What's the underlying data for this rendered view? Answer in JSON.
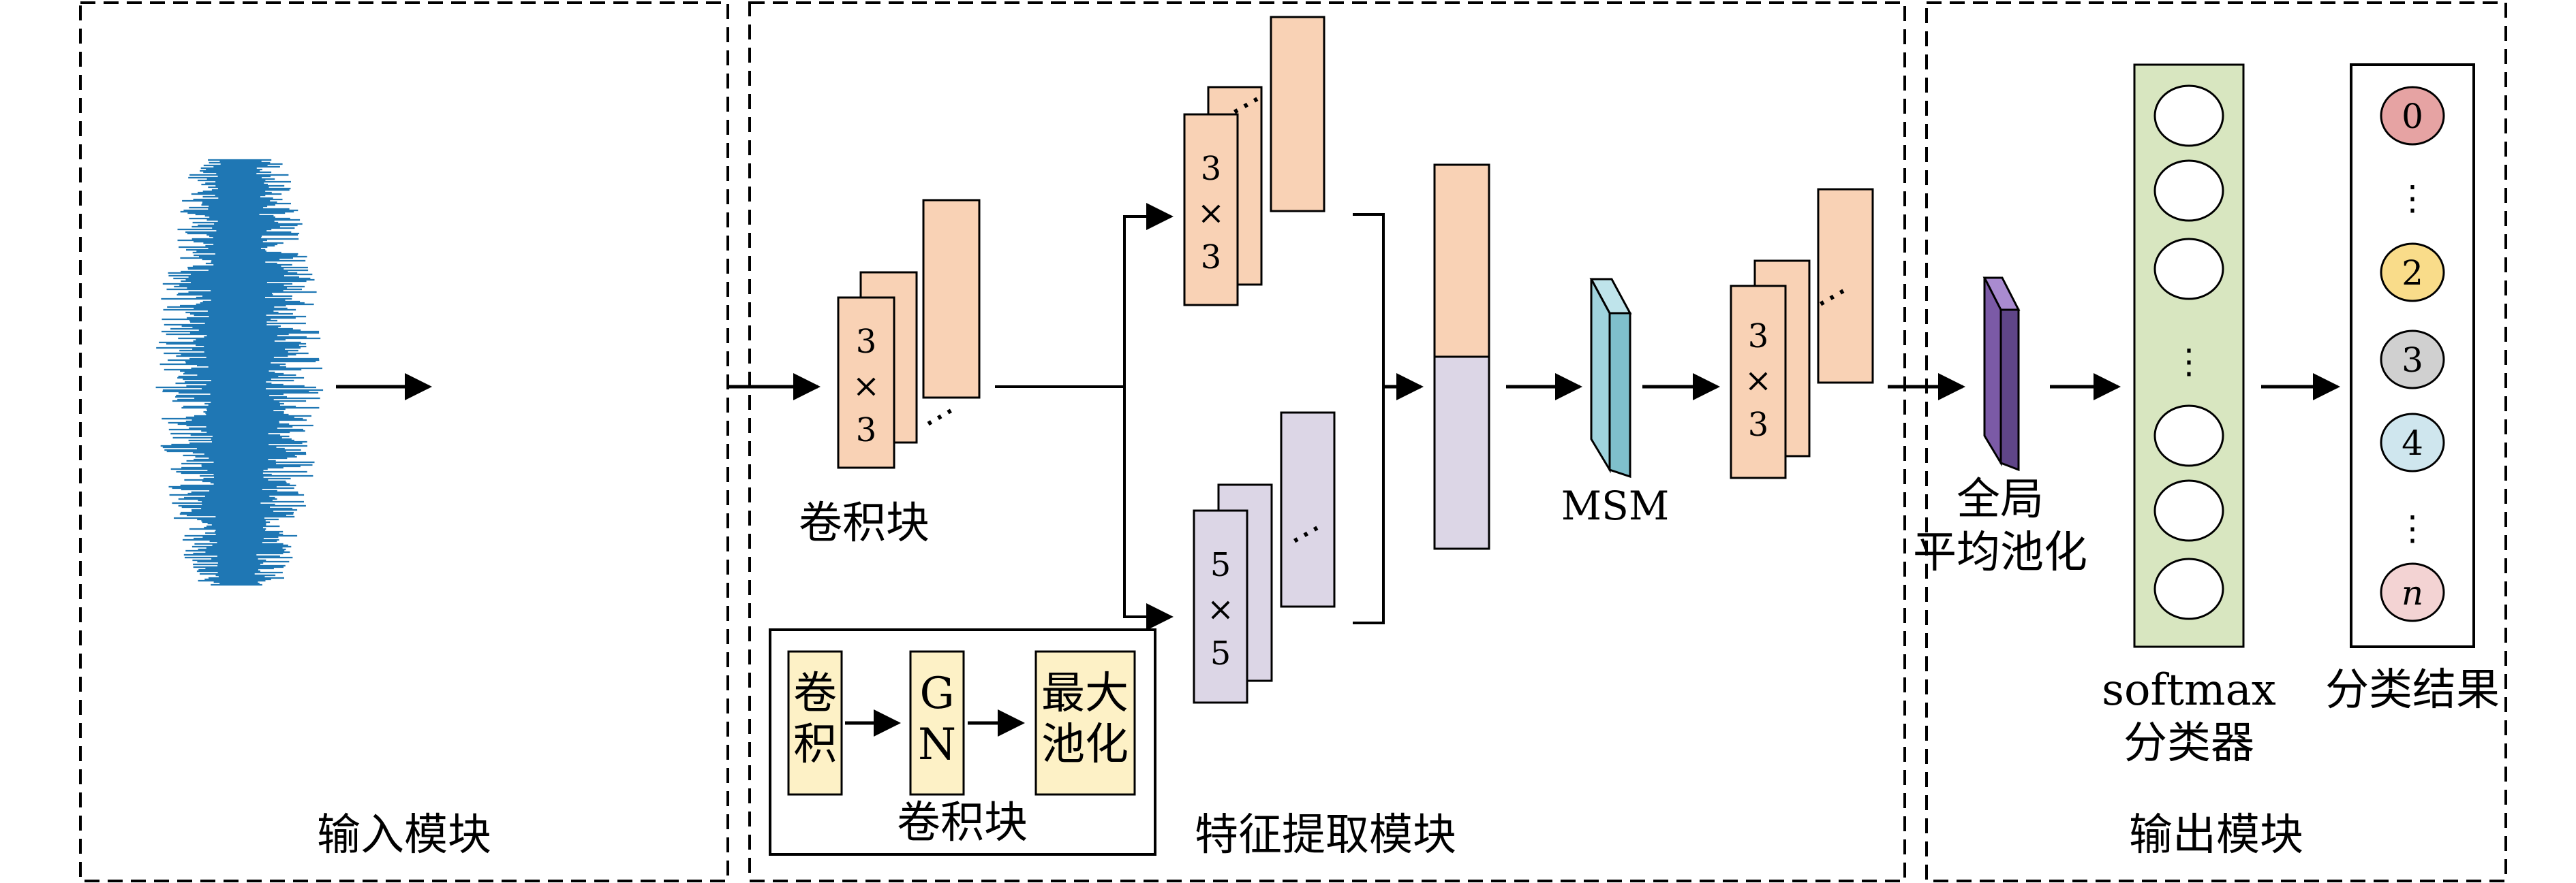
{
  "modules": {
    "input": {
      "title": "输入模块"
    },
    "feature": {
      "title": "特征提取模块",
      "conv_block_label": "卷积块",
      "conv_kernel": [
        "3",
        "×",
        "3"
      ],
      "branch_3": [
        "3",
        "×",
        "3"
      ],
      "branch_5": [
        "5",
        "×",
        "5"
      ],
      "msm_label": "MSM",
      "post_msm_kernel": [
        "3",
        "×",
        "3"
      ],
      "legend": {
        "step1": [
          "卷",
          "积"
        ],
        "step2": [
          "G",
          "N"
        ],
        "step3": [
          "最大",
          "池化"
        ],
        "caption": "卷积块"
      }
    },
    "output": {
      "title": "输出模块",
      "gap_label": [
        "全局",
        "平均池化"
      ],
      "softmax_label": [
        "softmax",
        "分类器"
      ],
      "result_label": "分类结果",
      "classes": [
        {
          "text": "0",
          "color": "#e6a3a3"
        },
        {
          "text": "⋮",
          "color": null
        },
        {
          "text": "2",
          "color": "#f9dc8a"
        },
        {
          "text": "3",
          "color": "#d0d0d0"
        },
        {
          "text": "4",
          "color": "#cfe6ee"
        },
        {
          "text": "⋮",
          "color": null
        },
        {
          "text": "n",
          "color": "#f3d3d3"
        }
      ]
    }
  },
  "colors": {
    "orange": "#f9d2b5",
    "lavender": "#dcd6e6",
    "cream": "#fdf1c6",
    "msm": "#9fd3dd",
    "gap": "#7b5aa6",
    "softmax": "#d8e6c0",
    "signal": "#1f77b4"
  }
}
